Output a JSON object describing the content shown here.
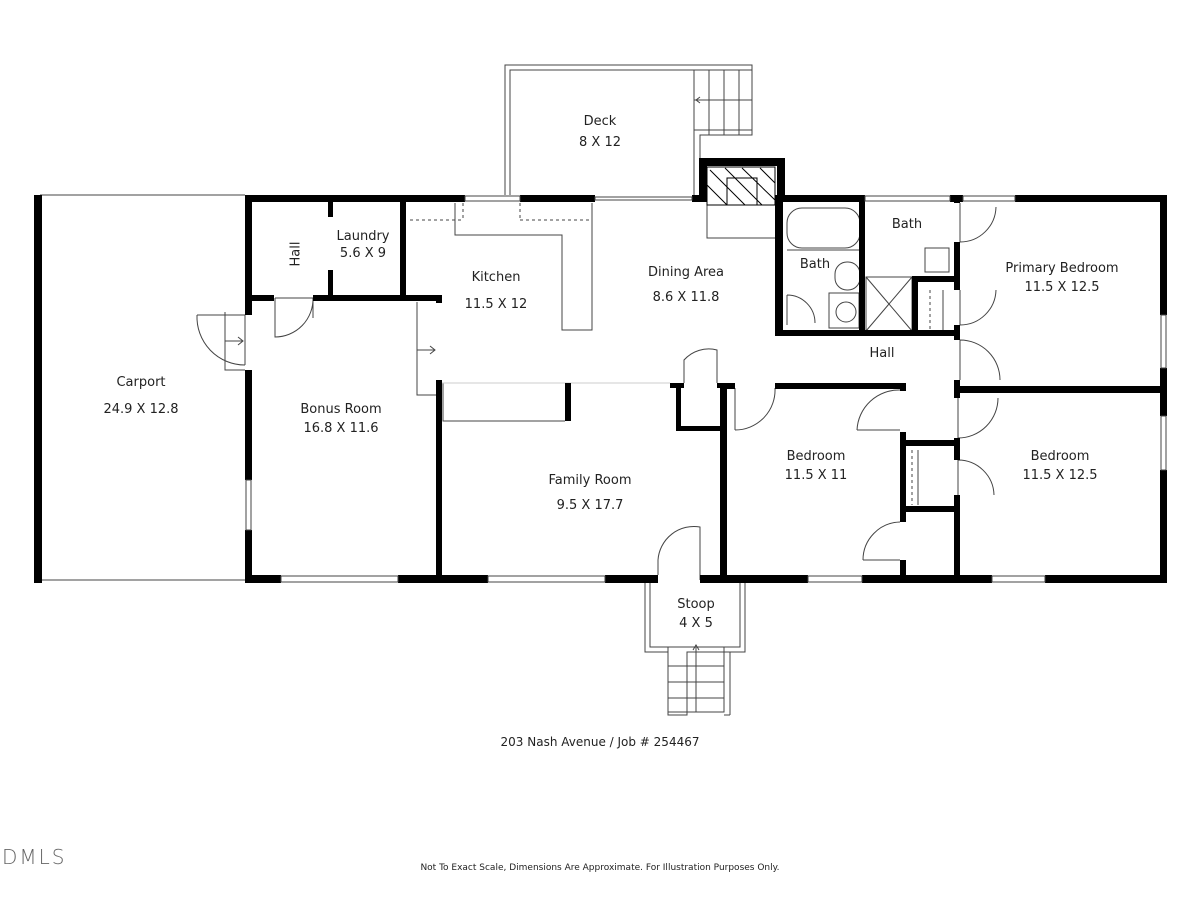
{
  "floorplan": {
    "rooms": [
      {
        "name": "Deck",
        "dims": "8 X 12"
      },
      {
        "name": "Carport",
        "dims": "24.9 X 12.8"
      },
      {
        "name": "Hall",
        "dims": ""
      },
      {
        "name": "Laundry",
        "dims": "5.6 X 9"
      },
      {
        "name": "Kitchen",
        "dims": "11.5 X 12"
      },
      {
        "name": "Dining Area",
        "dims": "8.6 X 11.8"
      },
      {
        "name": "Bath",
        "dims": ""
      },
      {
        "name": "Bath",
        "dims": ""
      },
      {
        "name": "Primary Bedroom",
        "dims": "11.5 X 12.5"
      },
      {
        "name": "Hall",
        "dims": ""
      },
      {
        "name": "Bonus Room",
        "dims": "16.8 X 11.6"
      },
      {
        "name": "Family Room",
        "dims": "9.5 X 17.7"
      },
      {
        "name": "Bedroom",
        "dims": "11.5 X 11"
      },
      {
        "name": "Bedroom",
        "dims": "11.5 X 12.5"
      },
      {
        "name": "Stoop",
        "dims": "4 X 5"
      }
    ],
    "address": "203 Nash Avenue / Job # 254467",
    "disclaimer": "Not To Exact Scale, Dimensions Are Approximate. For Illustration Purposes Only.",
    "watermark": "DMLS"
  },
  "colors": {
    "wall": "#000000",
    "line": "#444444",
    "background": "#ffffff"
  }
}
